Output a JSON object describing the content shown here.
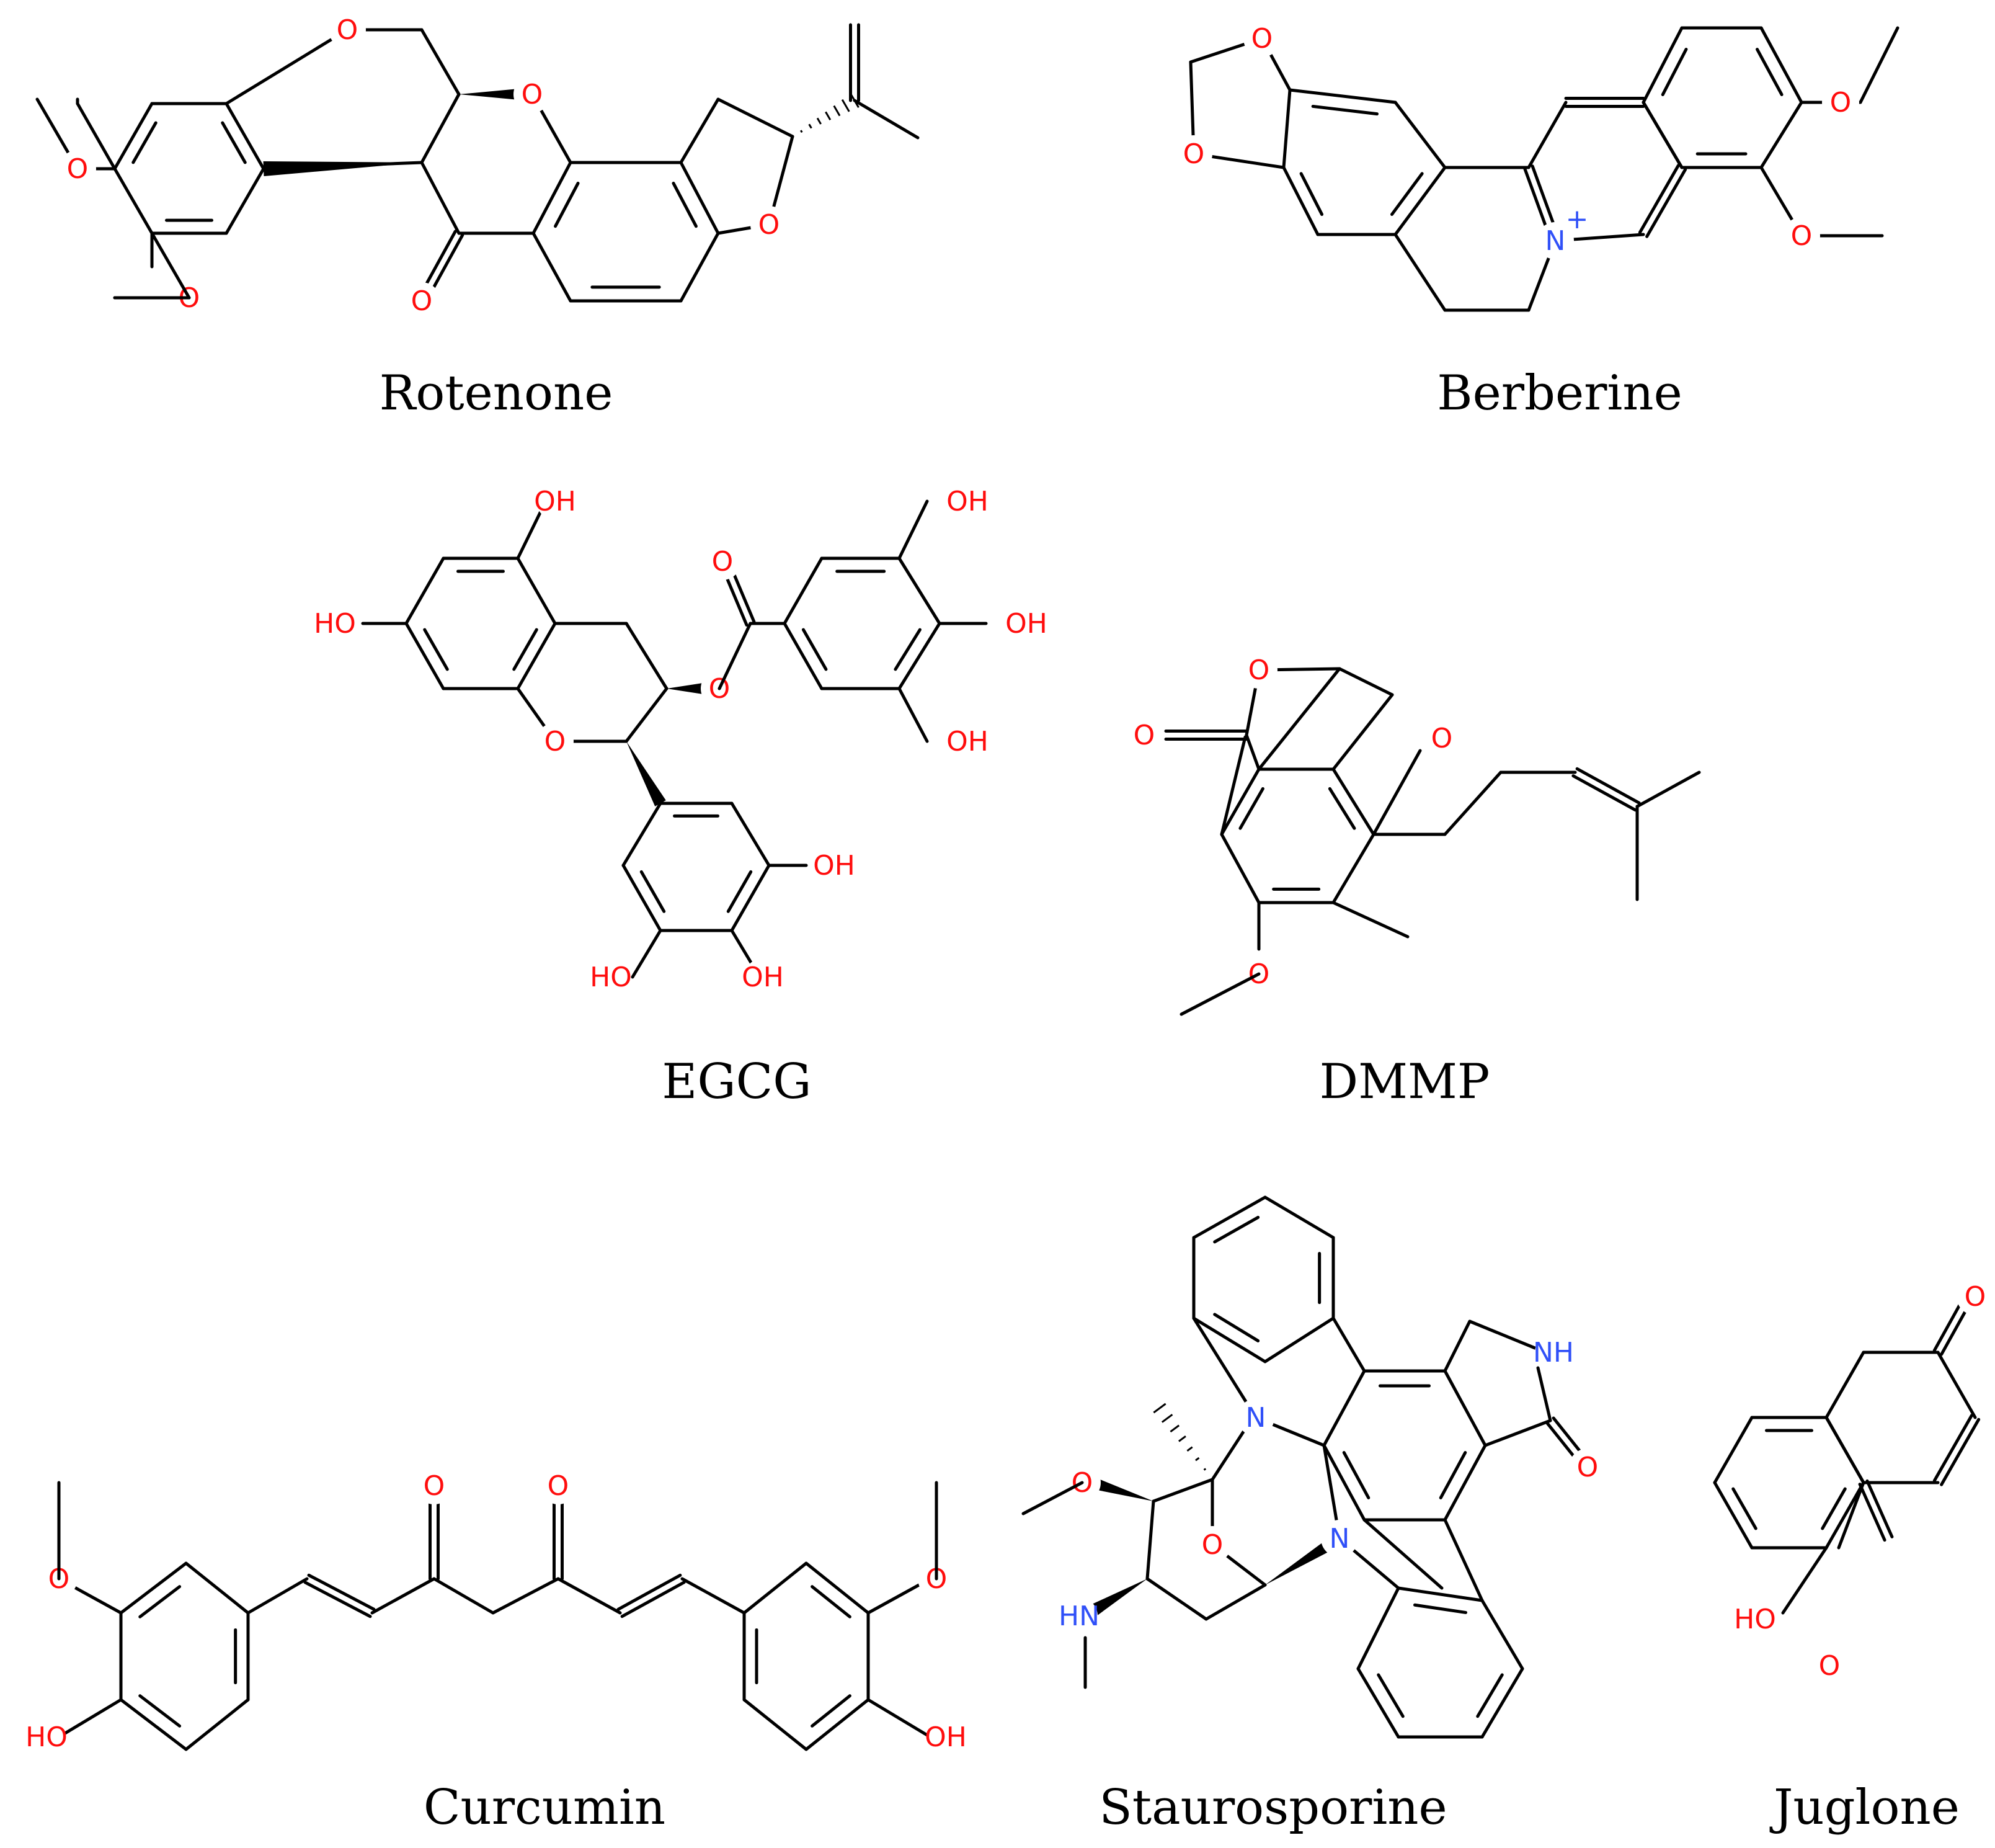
{
  "figure": {
    "colors": {
      "oxygen": "#ff0d0d",
      "nitrogen": "#3050f8",
      "bond": "#000000"
    },
    "molecules": [
      {
        "id": "rotenone",
        "label": "Rotenone"
      },
      {
        "id": "berberine",
        "label": "Berberine"
      },
      {
        "id": "egcg",
        "label": "EGCG"
      },
      {
        "id": "dmmp",
        "label": "DMMP"
      },
      {
        "id": "curcumin",
        "label": "Curcumin"
      },
      {
        "id": "staurosporine",
        "label": "Staurosporine"
      },
      {
        "id": "juglone",
        "label": "Juglone"
      }
    ],
    "atom_labels": {
      "O": "O",
      "OH": "OH",
      "HO": "HO",
      "N": "N",
      "NH": "NH",
      "HN": "HN",
      "plus": "+"
    }
  }
}
